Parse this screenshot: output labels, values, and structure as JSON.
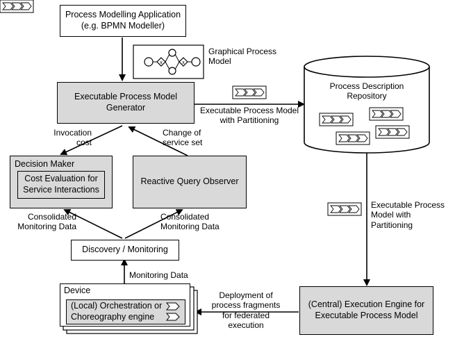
{
  "boxes": {
    "modelling_app": "Process Modelling Application\n(e.g. BPMN Modeller)",
    "generator": "Executable Process Model\nGenerator",
    "decision_maker": "Decision Maker",
    "cost_evaluation": "Cost Evaluation for\nService Interactions",
    "observer": "Reactive Query Observer",
    "discovery": "Discovery / Monitoring",
    "device": "Device",
    "orchestration": "(Local) Orchestration or\nChoreography engine",
    "execution_engine": "(Central) Execution Engine for\nExecutable Process Model",
    "repository": "Process Description\nRepository"
  },
  "labels": {
    "graphical_model": "Graphical Process\nModel",
    "exec_model_partitioning": "Executable Process Model\nwith Partitioning",
    "invocation_cost": "Invocation\ncost",
    "change_service_set": "Change of\nservice set",
    "consolidated_left": "Consolidated\nMonitoring Data",
    "consolidated_right": "Consolidated\nMonitoring Data",
    "monitoring_data": "Monitoring Data",
    "exec_model_partitioning_2": "Executable Process\nModel with\nPartitioning",
    "deployment": "Deployment of\nprocess fragments\nfor federated\nexecution"
  },
  "colors": {
    "gray_box": "#d9d9d9",
    "line": "#000000"
  }
}
